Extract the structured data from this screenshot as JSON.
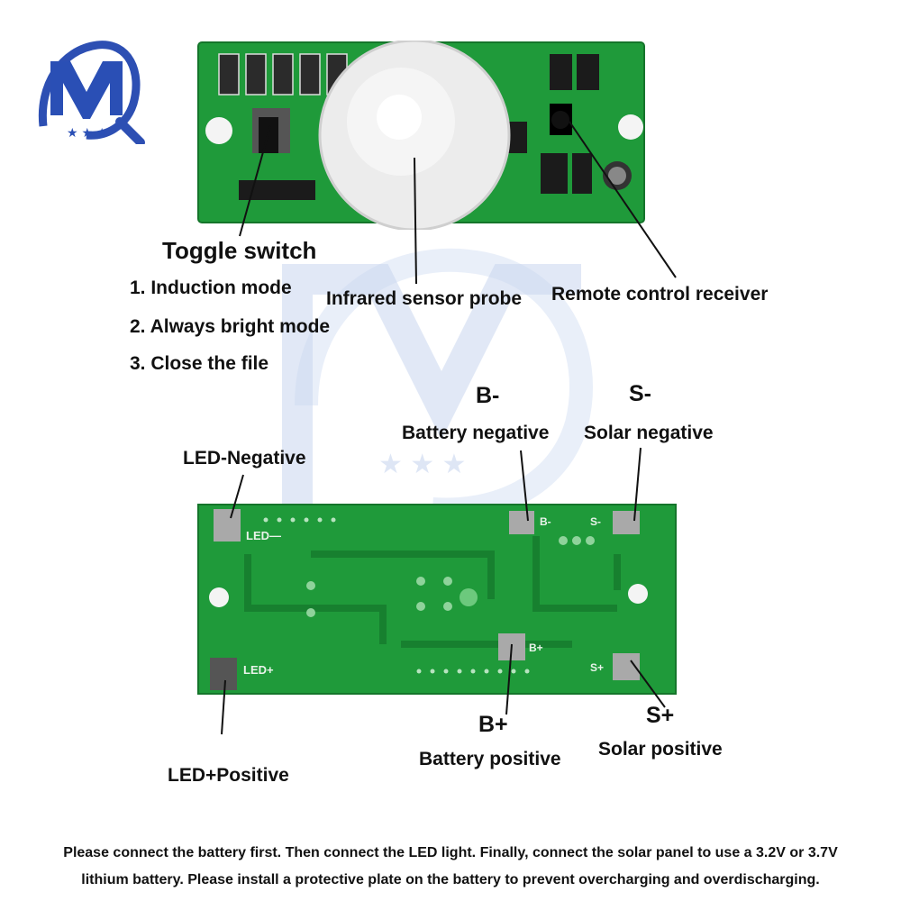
{
  "labels": {
    "toggle_switch": "Toggle switch",
    "mode_1": "1. Induction mode",
    "mode_2": "2. Always bright mode",
    "mode_3": "3. Close the file",
    "infrared_probe": "Infrared sensor probe",
    "remote_receiver": "Remote control receiver",
    "b_minus_code": "B-",
    "battery_negative": "Battery negative",
    "s_minus_code": "S-",
    "solar_negative": "Solar negative",
    "led_negative": "LED-Negative",
    "led_positive": "LED+Positive",
    "b_plus_code": "B+",
    "battery_positive": "Battery positive",
    "s_plus_code": "S+",
    "solar_positive": "Solar positive"
  },
  "board_silkscreen": {
    "led_minus": "LED—",
    "led_plus": "LED+",
    "b_minus": "B-",
    "s_minus": "S-",
    "b_plus": "B+",
    "s_plus": "S+"
  },
  "footer": {
    "line1": "Please connect the battery first. Then connect the LED light. Finally, connect the solar panel to use a 3.2V or 3.7V",
    "line2": "lithium battery. Please install a protective plate on the battery to prevent overcharging and overdischarging."
  },
  "colors": {
    "pcb_green": "#1f9a3a",
    "pcb_dark": "#17802f",
    "logo_blue": "#2a4fb5",
    "text": "#111111"
  }
}
